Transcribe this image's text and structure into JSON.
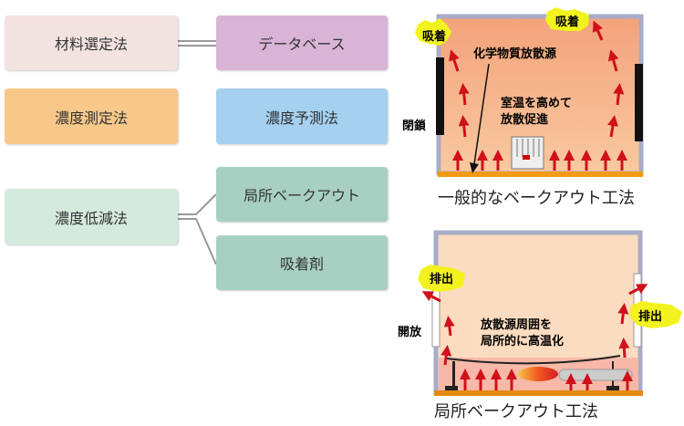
{
  "methods": {
    "material_selection": "材料選定法",
    "database": "データベース",
    "concentration_measurement": "濃度測定法",
    "concentration_prediction": "濃度予測法",
    "concentration_reduction": "濃度低減法",
    "local_bakeout": "局所ベークアウト",
    "adsorbent": "吸着剤"
  },
  "general": {
    "caption": "一般的なベークアウト工法",
    "adsorb": "吸着",
    "source": "化学物質放散源",
    "heat_line1": "室温を高めて",
    "heat_line2": "放散促進",
    "closed": "閉鎖"
  },
  "local": {
    "caption": "局所ベークアウト工法",
    "exhaust": "排出",
    "open": "開放",
    "heat_line1": "放散源周囲を",
    "heat_line2": "局所的に高温化"
  },
  "colors": {
    "pink": "#f2e2e0",
    "purple": "#d9b4d6",
    "orange": "#f7c88a",
    "blue": "#a5d0ef",
    "green_light": "#d4eadd",
    "teal": "#a7d0c2"
  }
}
